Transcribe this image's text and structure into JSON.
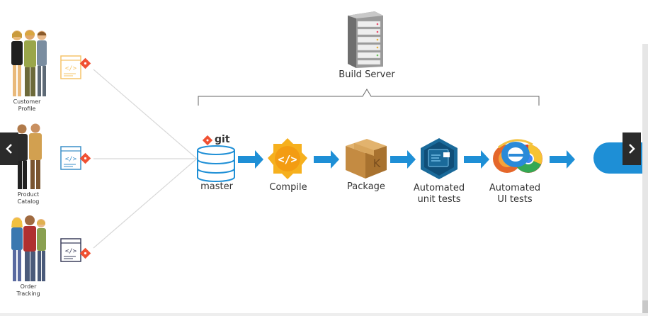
{
  "build_server": {
    "label": "Build Server"
  },
  "teams": [
    {
      "label_line1": "Customer",
      "label_line2": "Profile"
    },
    {
      "label_line1": "Product",
      "label_line2": "Catalog"
    },
    {
      "label_line1": "Order",
      "label_line2": "Tracking"
    }
  ],
  "pipeline": {
    "repo": {
      "brand": "git",
      "label": "master"
    },
    "stages": [
      {
        "label_line1": "Compile",
        "label_line2": ""
      },
      {
        "label_line1": "Package",
        "label_line2": ""
      },
      {
        "label_line1": "Automated",
        "label_line2": "unit tests"
      },
      {
        "label_line1": "Automated",
        "label_line2": "UI tests"
      }
    ]
  },
  "icons": {
    "prev": "chevron-left-icon",
    "next": "chevron-right-icon"
  },
  "colors": {
    "arrow": "#1e8fd6",
    "repo": "#1e8fd6",
    "git": "#f05133",
    "compile": "#f6b01e",
    "unit_tests": "#1a6a9a",
    "nav": "#2b2b2b"
  }
}
